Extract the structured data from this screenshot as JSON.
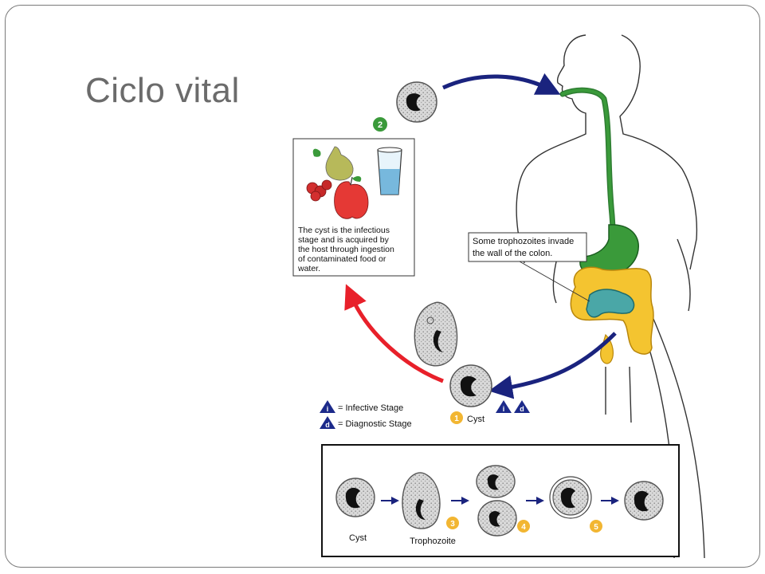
{
  "slide": {
    "title": "Ciclo vital"
  },
  "infection_box": {
    "lines": [
      "The cyst is the infectious",
      "stage and is acquired by",
      "the host through ingestion",
      "of contaminated food or",
      "water."
    ]
  },
  "colon_callout": {
    "lines": [
      "Some trophozoites invade",
      "the wall of the colon."
    ]
  },
  "legend": {
    "infective_symbol": "i",
    "infective_label": "= Infective Stage",
    "diagnostic_symbol": "d",
    "diagnostic_label": "= Diagnostic Stage"
  },
  "stages": {
    "step1_number": "1",
    "step1_label": "Cyst",
    "step2_number": "2",
    "step3_number": "3",
    "step4_number": "4",
    "step5_number": "5",
    "badge_i": "i",
    "badge_d": "d"
  },
  "bottom_sequence": {
    "cyst_label": "Cyst",
    "trophozoite_label": "Trophozoite"
  },
  "colors": {
    "arrow_blue": "#1a237e",
    "arrow_red": "#e8202a",
    "gut_green": "#3a9a3a",
    "colon_yellow": "#f4c430",
    "intestine_teal": "#4aa7a7",
    "step_badge": "#f2b632",
    "legend_triangle": "#1c2a8a"
  }
}
